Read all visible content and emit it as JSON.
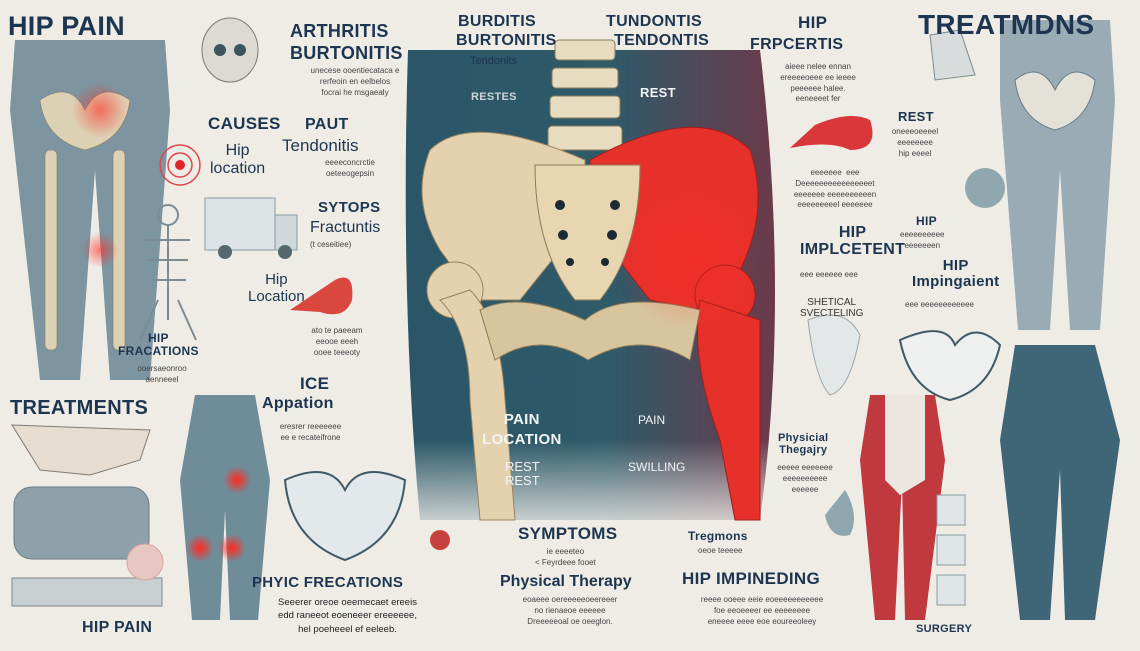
{
  "colors": {
    "background": "#efece6",
    "title": "#1d3550",
    "panel": "#2d5a6b",
    "bone": "#e3d2ad",
    "pain_red": "#e8302b",
    "body": "#6f8c99"
  },
  "titles": {
    "hip_pain_top": "HIP PAIN",
    "treatments_top": "TREATMDNS",
    "treatments_left": "TREATMENTS",
    "hip_pain_bottom": "HIP PAIN"
  },
  "left_column": {
    "arthritis": "ARTHRITIS",
    "burtonitis": "BURTONITIS",
    "arthritis_note": "unecese ooentiecataca e\nrerfeoin en eelbelos\nfocrai he msgaealy",
    "causes": "CAUSES",
    "hip_location_1": "Hip\nlocation",
    "paut": "PAUT",
    "tendonitis": "Tendonitis",
    "tendonitis_note": "eeeeconcrctie\noeteeogepsin",
    "sytops": "SYTOPS",
    "fractuntis": "Fractuntis",
    "fractuntis_note": "(t ceseitiee)",
    "hip_location_2": "Hip\nLocation",
    "hip_fracations": "HIP\nFRACATIONS",
    "hip_fracations_note": "ooersaeonroo\naenneeel",
    "side_note": "ato te paeeam\neeooe eeeh\nooee teeeoty",
    "ice": "ICE",
    "appation": "Appation",
    "ice_note": "eresrer reeeeeee\nee e recateifrone",
    "phyic_frecations": "PHYIC FRECATIONS",
    "phyic_note": "Seeerer oreoe oeemecaet ereeis\nedd raneeot eoeneeer ereeeeee,\nhel poeheeel ef eeleeb."
  },
  "center": {
    "burditis": "BURDITIS",
    "burtonitis": "BURTONITIS",
    "tendonits": "Tendonits",
    "tundontis": "TUNDONTIS",
    "tendontis": "TENDONTIS",
    "restes": "RESTES",
    "rest": "REST",
    "pain_location": "PAIN\nLOCATION",
    "rest_rest": "REST\nREST",
    "pain": "PAIN",
    "swilling": "SWILLING"
  },
  "bottom_center": {
    "symptoms": "SYMPTOMS",
    "symptoms_note": "ie eeeeteo\n< Feyrdeee fooet",
    "physical_therapy": "Physical Therapy",
    "physical_therapy_note": "eoaeee oereeeeeoeereeer\nno rienaeoe eeeeee\nDreeeeeoal oe oeeglon.",
    "tregmons": "Tregmons",
    "tregmons_note": "oeoe teeeee",
    "hip_impineding": "HIP IMPINEDING",
    "hip_impineding_note": "reeee ooeee eeie eoeeeeeeeeeee\nfoe eeoeeeer ee eeeeeeee\neneeee eeee eoe eoureeoleey"
  },
  "right_column": {
    "hip": "HIP",
    "frpcertis": "FRPCERTIS",
    "frpcertis_note": "aieee nelee ennan\nereeeeoeee ee ieeee\npeeeeee halee.\neeneeeet fer",
    "rest": "REST",
    "rest_note": "oneeeoeeeel\neeeeeeee\nhip eeeel",
    "mid_note": "eeeeeee  eee\nDeeeeeeeeeeeeeeeet\neeeeeee eeeeeeeeeen\neeeeeeeeel eeeeeee",
    "hip_implcetent": "HIP\nIMPLCETENT",
    "implcetent_note": "eee eeeeee eee",
    "hip_small": "HIP",
    "hip_small_note": "eeeeeeeeee\neeeeeeen",
    "hip_impingaient": "HIP\nImpingaient",
    "impingaient_note": "eee eeeeeeeeeeee",
    "shetical": "SHETICAL\nSVECTELING",
    "physicial": "Physicial\nThegajry",
    "physicial_note": "eeeee eeeeeee\neeeeeeeeee\neeeeee",
    "surgery": "SURGERY"
  }
}
